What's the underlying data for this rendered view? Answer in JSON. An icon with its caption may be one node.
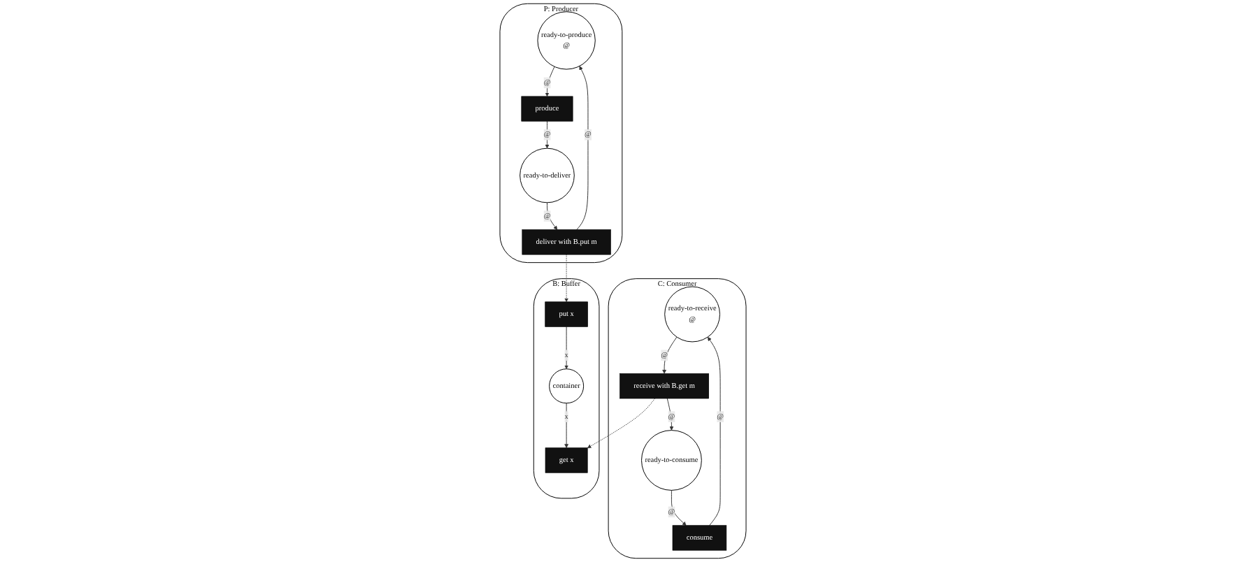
{
  "diagram": {
    "nodes": [
      {
        "text": [
          "P: Producer"
        ]
      },
      {
        "text": [
          "ready-to-produce",
          "@"
        ],
        "in": 0
      },
      {
        "text": [
          "ready-to-deliver"
        ],
        "in": 0
      },
      {
        "text": [
          "produce"
        ],
        "in": 0
      },
      {
        "text": [
          "deliver with B.put m"
        ],
        "in": 0
      },
      {
        "text": [
          "C: Consumer"
        ]
      },
      {
        "text": [
          "ready-to-receive",
          "@"
        ],
        "in": 5
      },
      {
        "text": [
          "ready-to-consume"
        ],
        "in": 5
      },
      {
        "text": [
          "receive with B.get m"
        ],
        "in": 5
      },
      {
        "text": [
          "consume"
        ],
        "in": 5
      },
      {
        "text": [
          "B: Buffer"
        ]
      },
      {
        "text": [
          "put x"
        ],
        "in": 10
      },
      {
        "text": [
          "get x"
        ],
        "in": 10
      },
      {
        "text": [
          "container"
        ],
        "in": 10
      }
    ],
    "edges": [
      {
        "from": 1,
        "to": 3,
        "arrow": "to",
        "label": "@"
      },
      {
        "from": 3,
        "to": 2,
        "arrow": "to",
        "label": "@"
      },
      {
        "from": 4,
        "to": 1,
        "arrow": "to",
        "label": "@"
      },
      {
        "from": 2,
        "to": 4,
        "arrow": "to",
        "label": "@"
      },
      {
        "from": 6,
        "to": 8,
        "arrow": "to",
        "label": "@"
      },
      {
        "from": 8,
        "to": 7,
        "arrow": "to",
        "label": "@"
      },
      {
        "from": 9,
        "to": 6,
        "arrow": "to",
        "label": "@"
      },
      {
        "from": 7,
        "to": 9,
        "arrow": "to",
        "label": "@"
      },
      {
        "from": 4,
        "to": 11,
        "arrow": "to",
        "style": "dashed"
      },
      {
        "from": 8,
        "to": 12,
        "arrow": "to",
        "style": "dashed"
      },
      {
        "from": 11,
        "to": 13,
        "arrow": "to",
        "label": "x"
      },
      {
        "from": 13,
        "to": 12,
        "arrow": "to",
        "label": "x"
      }
    ]
  }
}
